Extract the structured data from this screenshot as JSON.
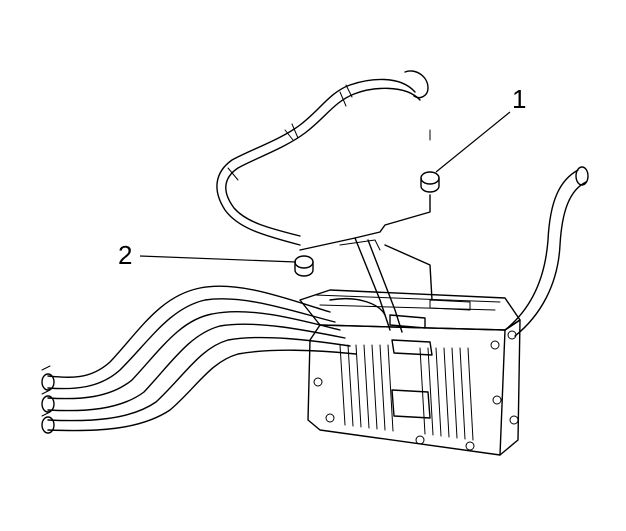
{
  "diagram": {
    "callouts": [
      {
        "id": "1",
        "label": "1"
      },
      {
        "id": "2",
        "label": "2"
      }
    ],
    "line_color": "#000000",
    "background_color": "#ffffff"
  }
}
